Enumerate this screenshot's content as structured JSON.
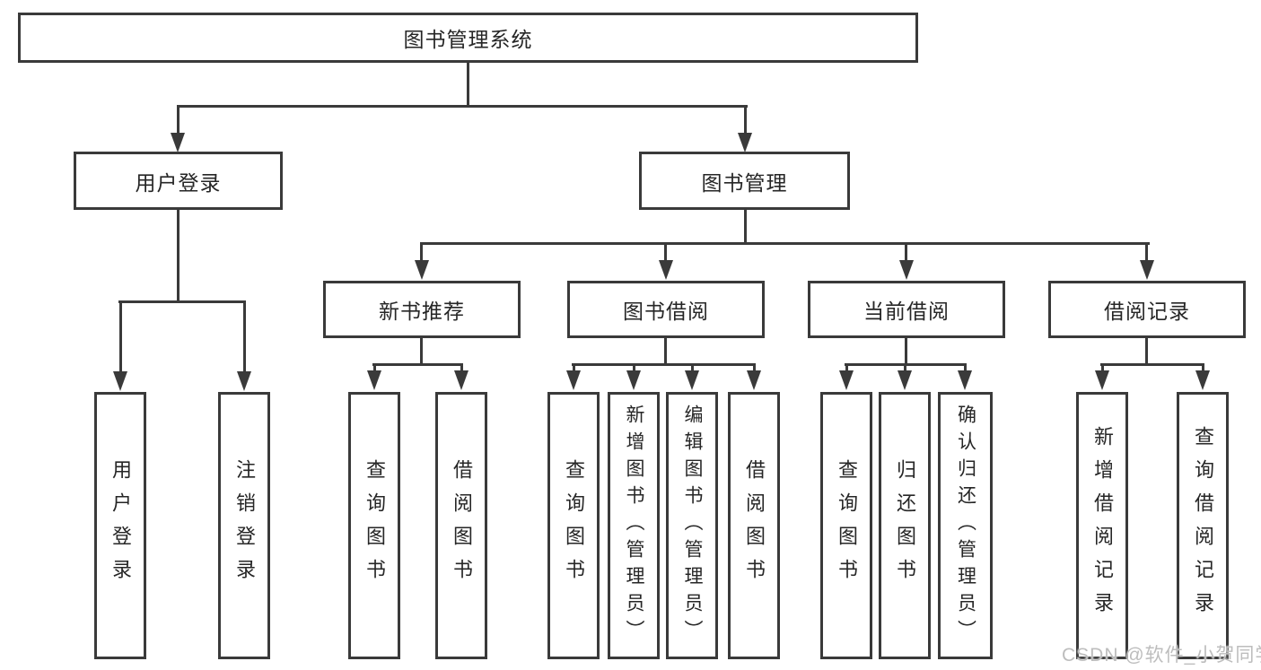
{
  "diagram_title": "图书管理系统",
  "tree": {
    "label": "图书管理系统",
    "children": [
      {
        "label": "用户登录",
        "children": [
          {
            "label": "用户登录"
          },
          {
            "label": "注销登录"
          }
        ]
      },
      {
        "label": "图书管理",
        "children": [
          {
            "label": "新书推荐",
            "children": [
              {
                "label": "查询图书"
              },
              {
                "label": "借阅图书"
              }
            ]
          },
          {
            "label": "图书借阅",
            "children": [
              {
                "label": "查询图书"
              },
              {
                "label": "新增图书（管理员）"
              },
              {
                "label": "编辑图书（管理员）"
              },
              {
                "label": "借阅图书"
              }
            ]
          },
          {
            "label": "当前借阅",
            "children": [
              {
                "label": "查询图书"
              },
              {
                "label": "归还图书"
              },
              {
                "label": "确认归还（管理员）"
              }
            ]
          },
          {
            "label": "借阅记录",
            "children": [
              {
                "label": "新增借阅记录"
              },
              {
                "label": "查询借阅记录"
              }
            ]
          }
        ]
      }
    ]
  },
  "watermark": {
    "text": "CSDN @软件_小贺同学"
  },
  "colors": {
    "line": "#3a3a3a",
    "text": "#262626",
    "watermark": "#bdbdbd",
    "background": "#ffffff"
  }
}
